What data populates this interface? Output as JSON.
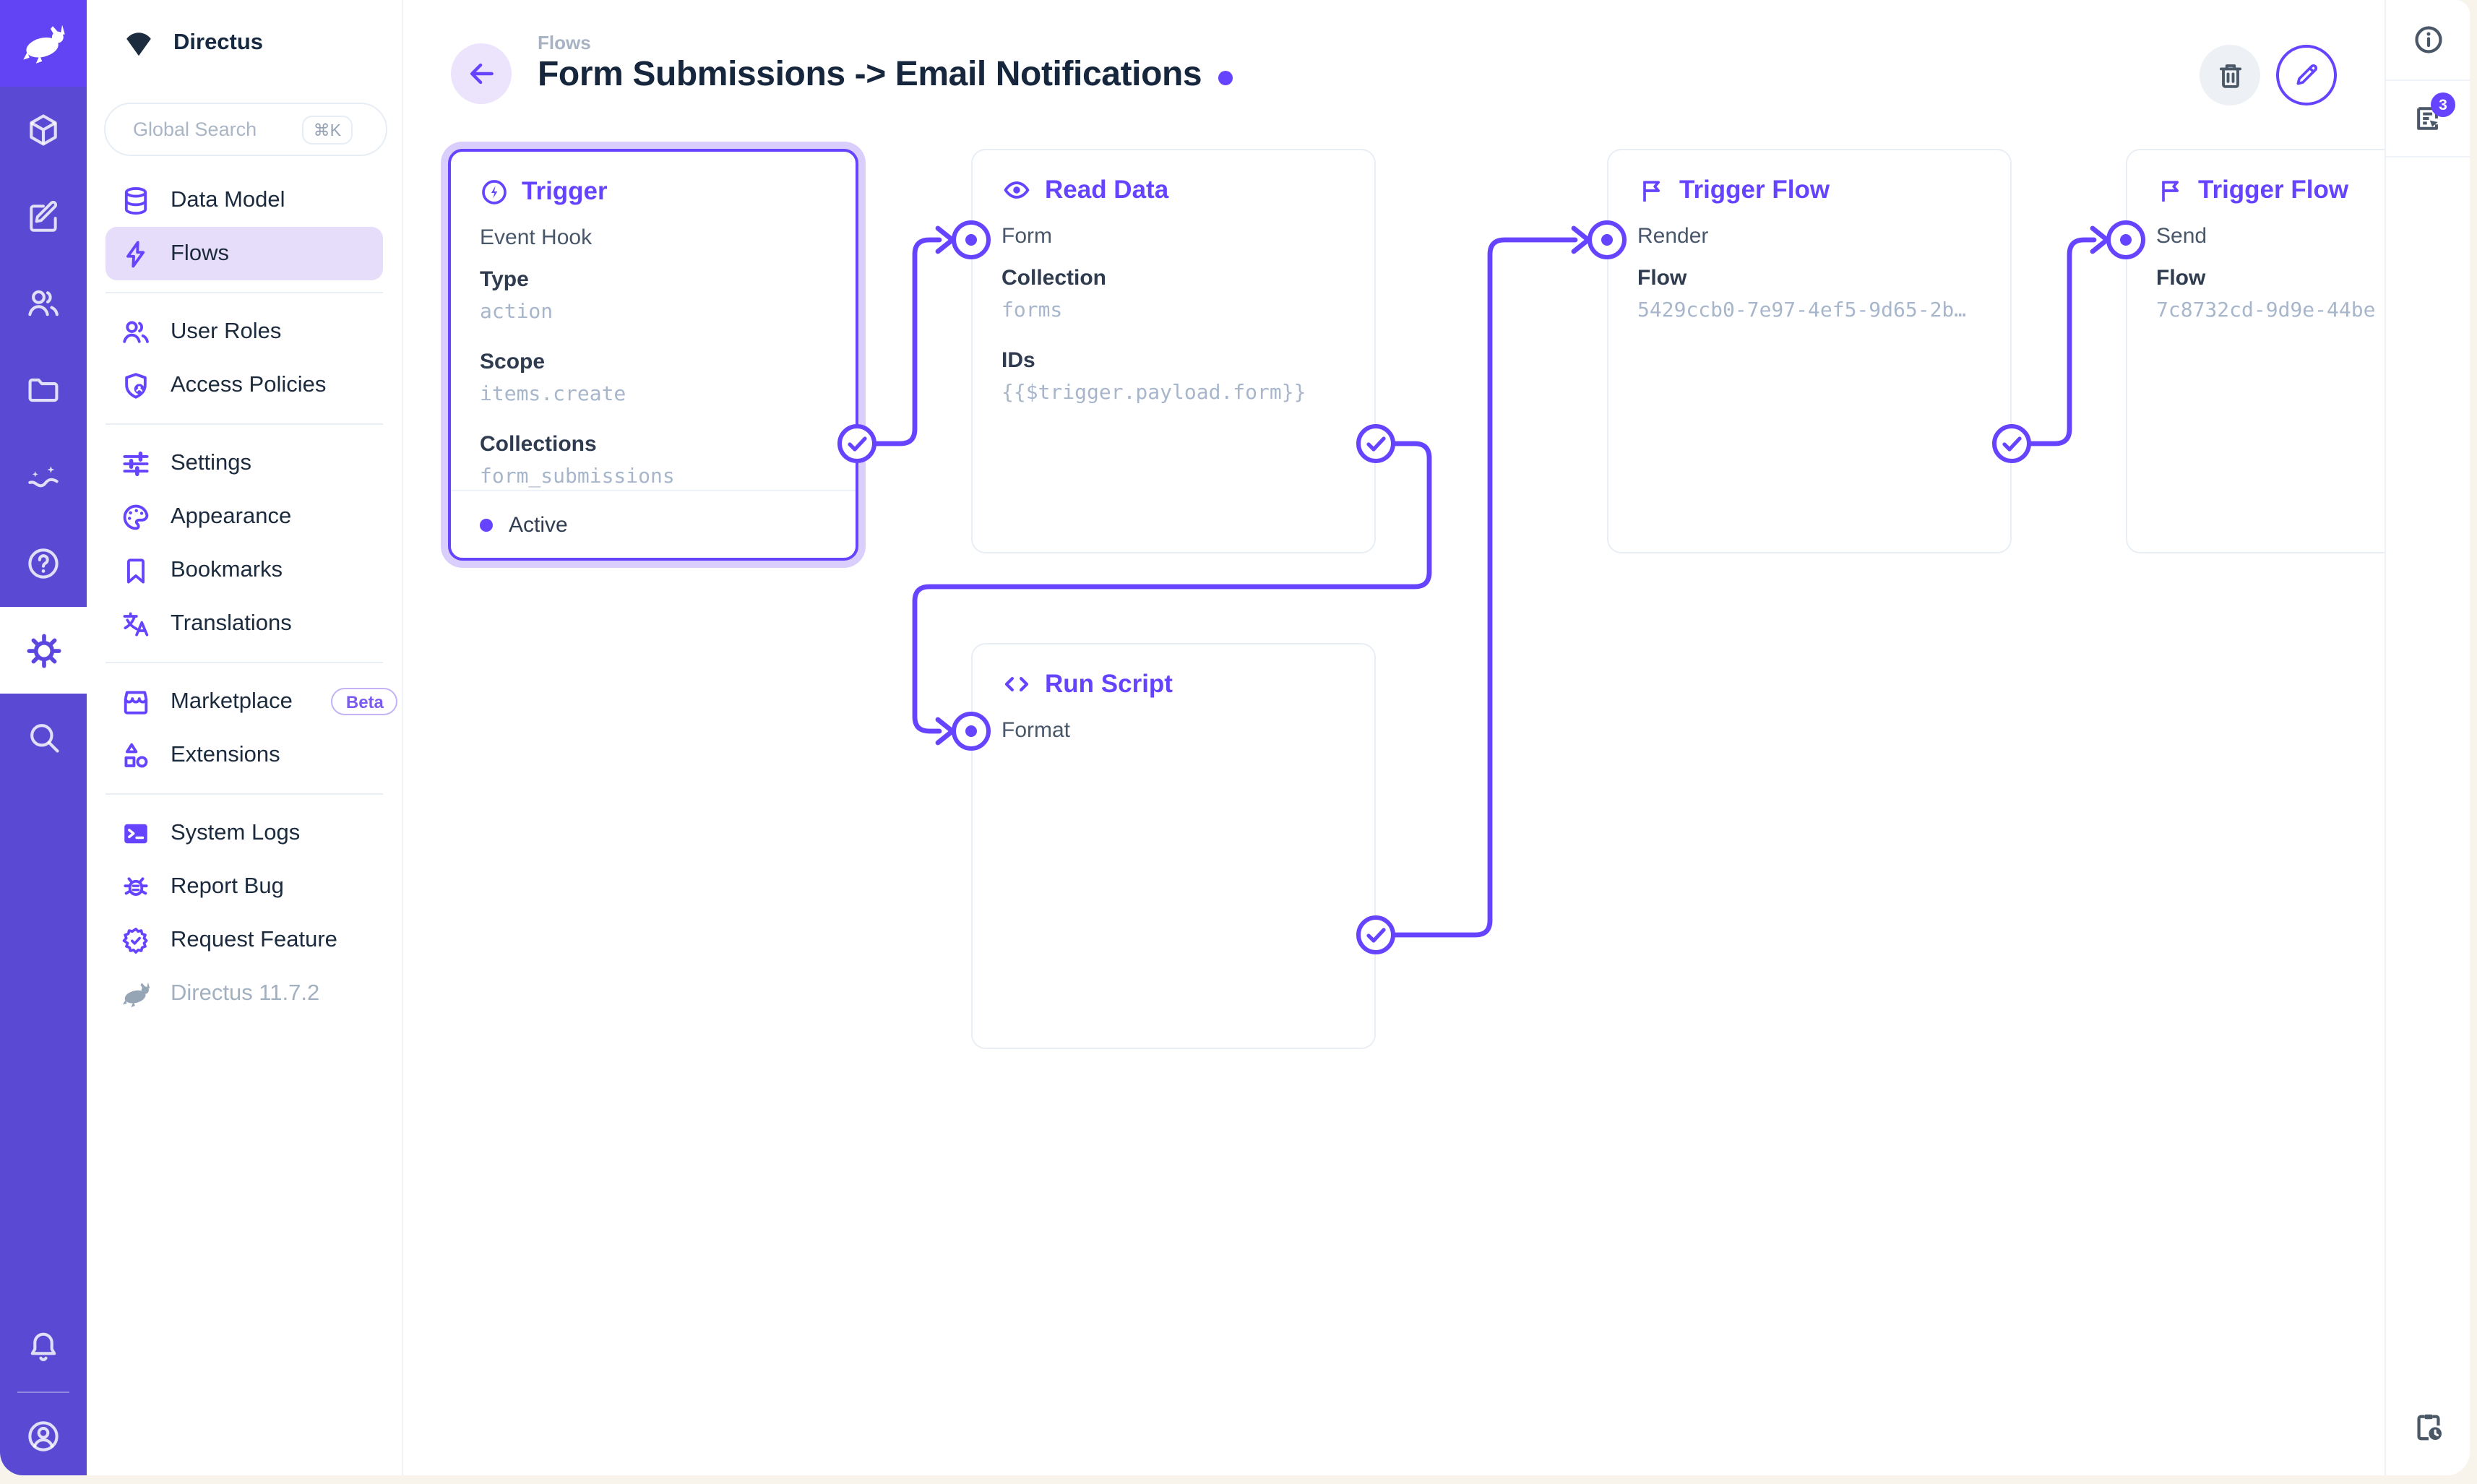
{
  "app": {
    "accent_color": "#6644ff",
    "module_bar_color": "#5a49d2"
  },
  "sidebar": {
    "project": "Directus",
    "search": {
      "placeholder": "Global Search",
      "shortcut": "⌘K"
    },
    "items": [
      {
        "label": "Data Model"
      },
      {
        "label": "Flows"
      },
      {
        "label": "User Roles"
      },
      {
        "label": "Access Policies"
      },
      {
        "label": "Settings"
      },
      {
        "label": "Appearance"
      },
      {
        "label": "Bookmarks"
      },
      {
        "label": "Translations"
      },
      {
        "label": "Marketplace",
        "badge": "Beta"
      },
      {
        "label": "Extensions"
      },
      {
        "label": "System Logs"
      },
      {
        "label": "Report Bug"
      },
      {
        "label": "Request Feature"
      }
    ],
    "version": "Directus 11.7.2"
  },
  "header": {
    "breadcrumb": "Flows",
    "title": "Form Submissions -> Email Notifications"
  },
  "rail": {
    "notices_badge": "3"
  },
  "flow": {
    "trigger": {
      "title": "Trigger",
      "name": "Event Hook",
      "fields": [
        {
          "label": "Type",
          "value": "action"
        },
        {
          "label": "Scope",
          "value": "items.create"
        },
        {
          "label": "Collections",
          "value": "form_submissions"
        }
      ],
      "status": "Active"
    },
    "read_data": {
      "title": "Read Data",
      "name": "Form",
      "fields": [
        {
          "label": "Collection",
          "value": "forms"
        },
        {
          "label": "IDs",
          "value": "{{$trigger.payload.form}}"
        }
      ]
    },
    "run_script": {
      "title": "Run Script",
      "name": "Format"
    },
    "trigger_flow_render": {
      "title": "Trigger Flow",
      "name": "Render",
      "fields": [
        {
          "label": "Flow",
          "value": "5429ccb0-7e97-4ef5-9d65-2b…"
        }
      ]
    },
    "trigger_flow_send": {
      "title": "Trigger Flow",
      "name": "Send",
      "fields": [
        {
          "label": "Flow",
          "value": "7c8732cd-9d9e-44be"
        }
      ]
    }
  }
}
